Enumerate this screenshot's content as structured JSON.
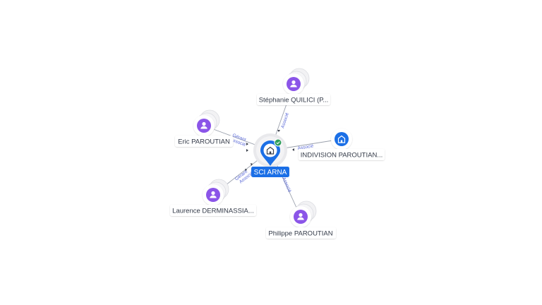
{
  "center": {
    "label": "SCI ARNA",
    "color": "#1b6fe6",
    "status": "active"
  },
  "nodes": [
    {
      "id": "quilici",
      "label": "Stéphanie QUILICI (P...",
      "type": "person",
      "relations": [
        "Associé"
      ]
    },
    {
      "id": "eric",
      "label": "Eric PAROUTIAN",
      "type": "person",
      "relations": [
        "Gérant",
        "Associé"
      ]
    },
    {
      "id": "indivision",
      "label": "INDIVISION PAROUTIAN...",
      "type": "company",
      "relations": [
        "Associé"
      ]
    },
    {
      "id": "laurence",
      "label": "Laurence DERMINASSIA...",
      "type": "person",
      "relations": [
        "Gérant",
        "Associé"
      ]
    },
    {
      "id": "philippe",
      "label": "Philippe PAROUTIAN",
      "type": "person",
      "relations": [
        "Associé"
      ]
    }
  ],
  "colors": {
    "person": "#8b55e8",
    "company": "#1b6fe6",
    "edge": "#9aa0ac",
    "relation_text": "#5c6bd8"
  }
}
